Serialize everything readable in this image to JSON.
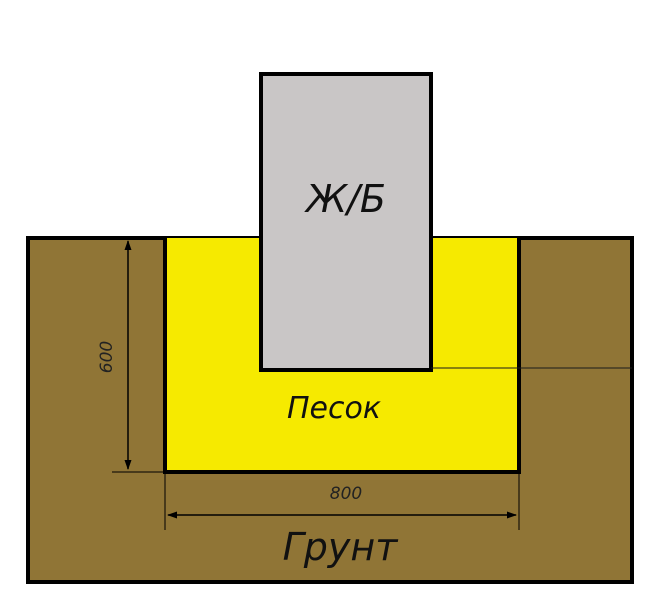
{
  "labels": {
    "concrete": "Ж/Б",
    "sand": "Песок",
    "soil": "Грунт",
    "depth_dim": "600",
    "width_dim": "800"
  },
  "colors": {
    "soil": "#907536",
    "sand": "#f6ea00",
    "concrete": "#c9c6c6",
    "outline": "#000000",
    "background": "#ffffff"
  }
}
